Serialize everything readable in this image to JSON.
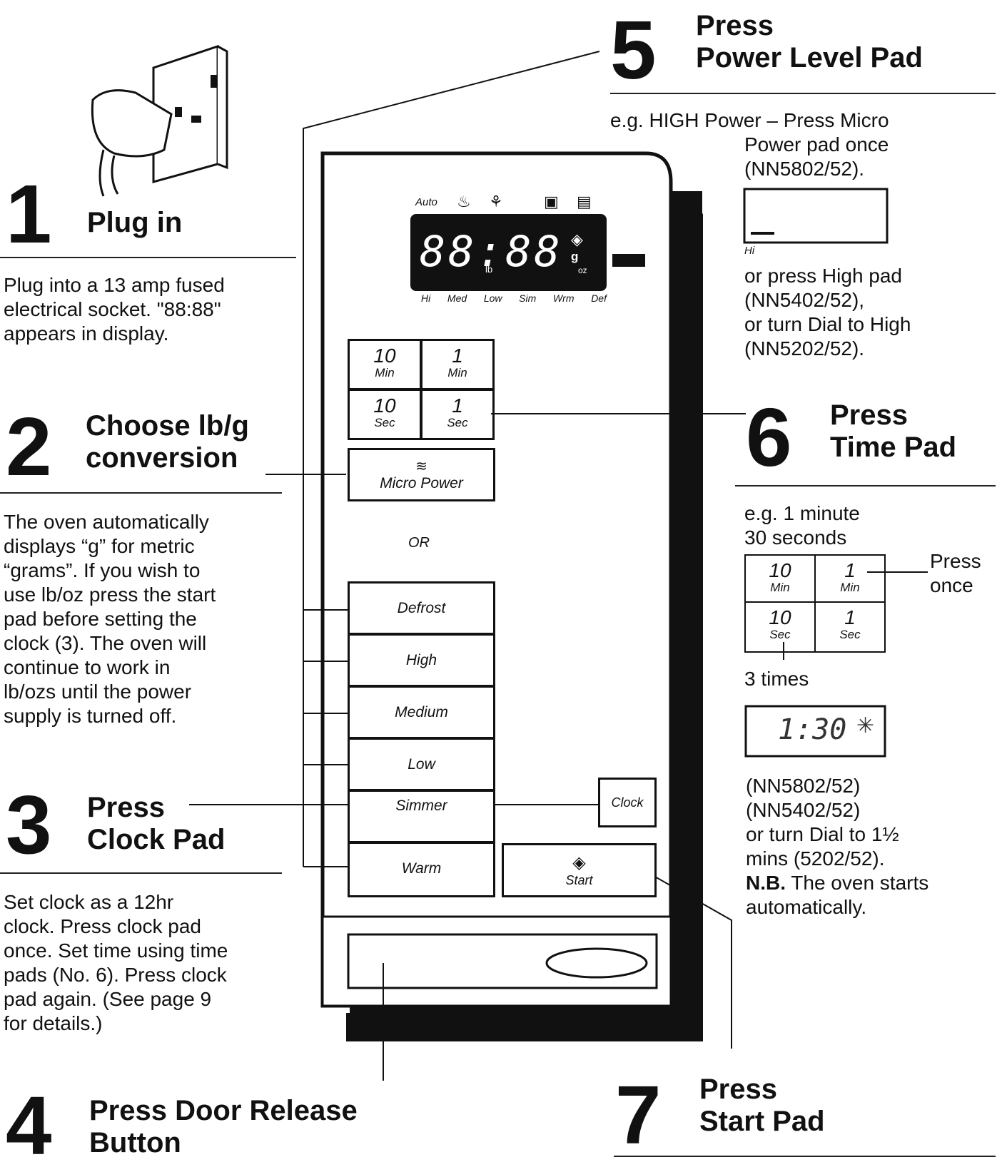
{
  "step1": {
    "number": "1",
    "title": "Plug in",
    "body": [
      "Plug into a 13 amp fused",
      "electrical socket. \"88:88\"",
      "appears in display."
    ]
  },
  "step2": {
    "number": "2",
    "title_lines": [
      "Choose lb/g",
      "conversion"
    ],
    "body": [
      "The oven automatically",
      "displays “g” for metric",
      "“grams”. If you wish to",
      "use lb/oz press the start",
      "pad before setting the",
      "clock (3). The oven will",
      "continue to work in",
      "lb/ozs until the power",
      "supply is turned off."
    ]
  },
  "step3": {
    "number": "3",
    "title_lines": [
      "Press",
      "Clock Pad"
    ],
    "body": [
      "Set clock as a 12hr",
      "clock. Press clock pad",
      "once. Set time using time",
      "pads (No. 6). Press clock",
      "pad again. (See page 9",
      "for details.)"
    ]
  },
  "step4": {
    "number": "4",
    "title_lines": [
      "Press Door Release",
      "Button"
    ]
  },
  "step5": {
    "number": "5",
    "title_lines": [
      "Press",
      "Power Level Pad"
    ],
    "line1": "e.g. HIGH Power – Press Micro",
    "body": [
      "Power pad once",
      "(NN5802/52)."
    ],
    "lcd_label": "Hi",
    "body2": [
      "or press High pad",
      "(NN5402/52),",
      "or turn Dial to High",
      "(NN5202/52)."
    ]
  },
  "step6": {
    "number": "6",
    "title_lines": [
      "Press",
      "Time Pad"
    ],
    "body": [
      "e.g. 1 minute",
      "30 seconds"
    ],
    "press_once": [
      "Press",
      "once"
    ],
    "three_times": "3 times",
    "lcd_value": "1:30",
    "body2": [
      "(NN5802/52)",
      "(NN5402/52)",
      "or turn Dial to 1½",
      "mins (5202/52)."
    ],
    "nb_label": "N.B.",
    "nb_text": " The oven starts",
    "nb_text2": "automatically."
  },
  "step7": {
    "number": "7",
    "title_lines": [
      "Press",
      "Start Pad"
    ]
  },
  "panel": {
    "indicators": [
      "Auto"
    ],
    "display": "88:88",
    "display_units": [
      "lb",
      "g",
      "oz"
    ],
    "power_labels": [
      "Hi",
      "Med",
      "Low",
      "Sim",
      "Wrm",
      "Def"
    ],
    "time_pads": [
      {
        "v": "10",
        "u": "Min"
      },
      {
        "v": "1",
        "u": "Min"
      },
      {
        "v": "10",
        "u": "Sec"
      },
      {
        "v": "1",
        "u": "Sec"
      }
    ],
    "micro_power": "Micro Power",
    "or": "OR",
    "power_pads": [
      "Defrost",
      "High",
      "Medium",
      "Low",
      "Simmer",
      "Warm"
    ],
    "clock": "Clock",
    "start": "Start"
  }
}
